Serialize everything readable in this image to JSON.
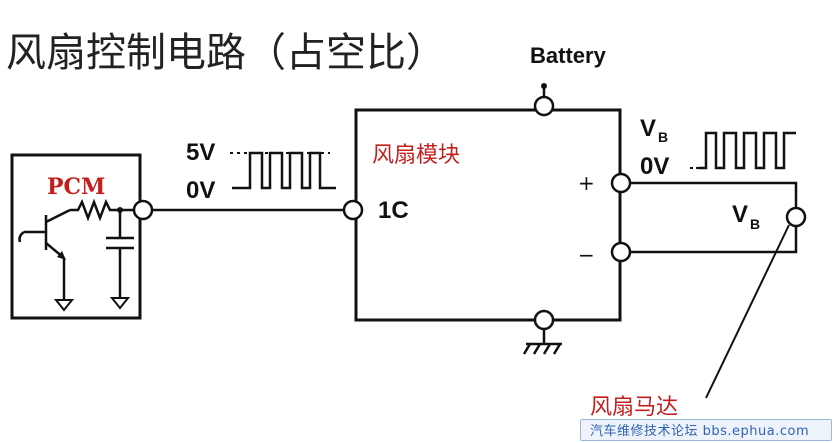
{
  "title": "风扇控制电路（占空比）",
  "labels": {
    "battery": "Battery",
    "pcm": "PCM",
    "input_high": "5V",
    "input_low": "0V",
    "pin_1c": "1C",
    "fan_module": "风扇模块",
    "plus": "+",
    "minus": "−",
    "vb_top": "V",
    "vb_top_sub": "B",
    "output_low": "0V",
    "vb_motor": "V",
    "vb_motor_sub": "B",
    "fan_motor": "风扇马达"
  },
  "watermark": "汽车维修技术论坛 bbs.ephua.com",
  "colors": {
    "line": "#111111",
    "red_text": "#c41f1f",
    "watermark": "#2f63b4"
  }
}
